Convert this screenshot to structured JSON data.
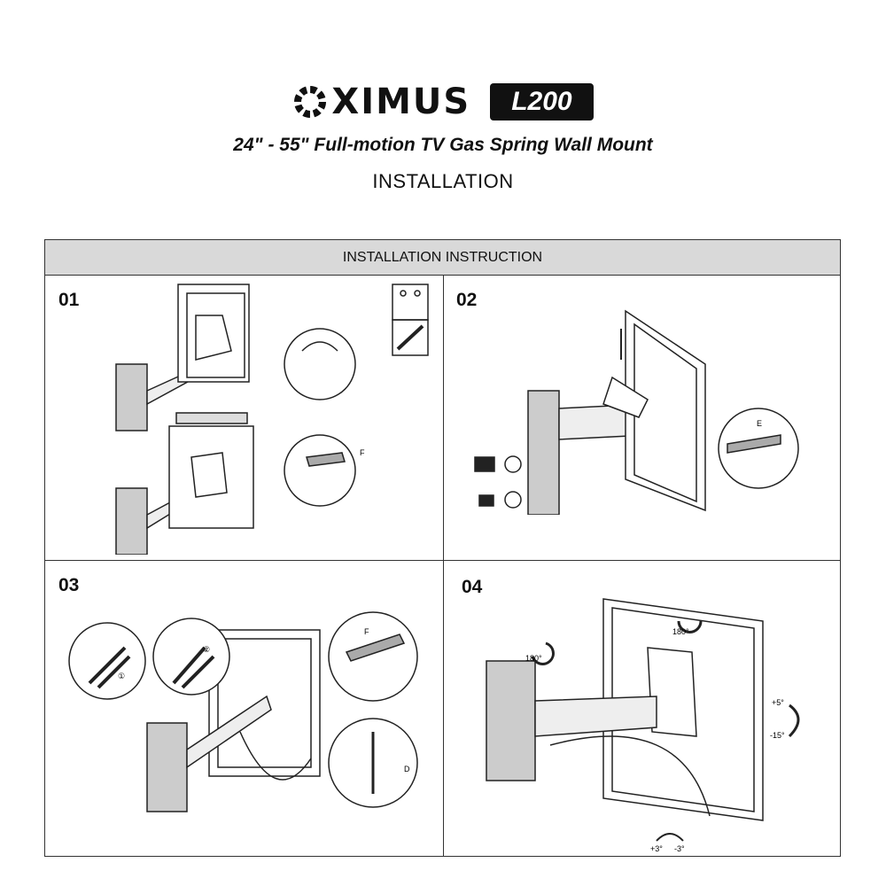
{
  "header": {
    "brand": "XIMUS",
    "model": "L200",
    "subtitle": "24\" - 55\" Full-motion TV Gas Spring Wall Mount",
    "section": "INSTALLATION"
  },
  "panel": {
    "title": "INSTALLATION INSTRUCTION",
    "steps": [
      {
        "number": "01",
        "labels": {
          "tool": "F"
        }
      },
      {
        "number": "02",
        "labels": {
          "tool": "E"
        }
      },
      {
        "number": "03",
        "labels": {
          "step1": "①",
          "step2": "②",
          "tool_f": "F",
          "tool_d": "D"
        }
      },
      {
        "number": "04",
        "labels": {
          "rot_wall": "180°",
          "rot_head": "180°",
          "tilt_up": "+5°",
          "tilt_down": "-15°",
          "swivel_left": "+3°",
          "swivel_right": "-3°"
        }
      }
    ]
  }
}
